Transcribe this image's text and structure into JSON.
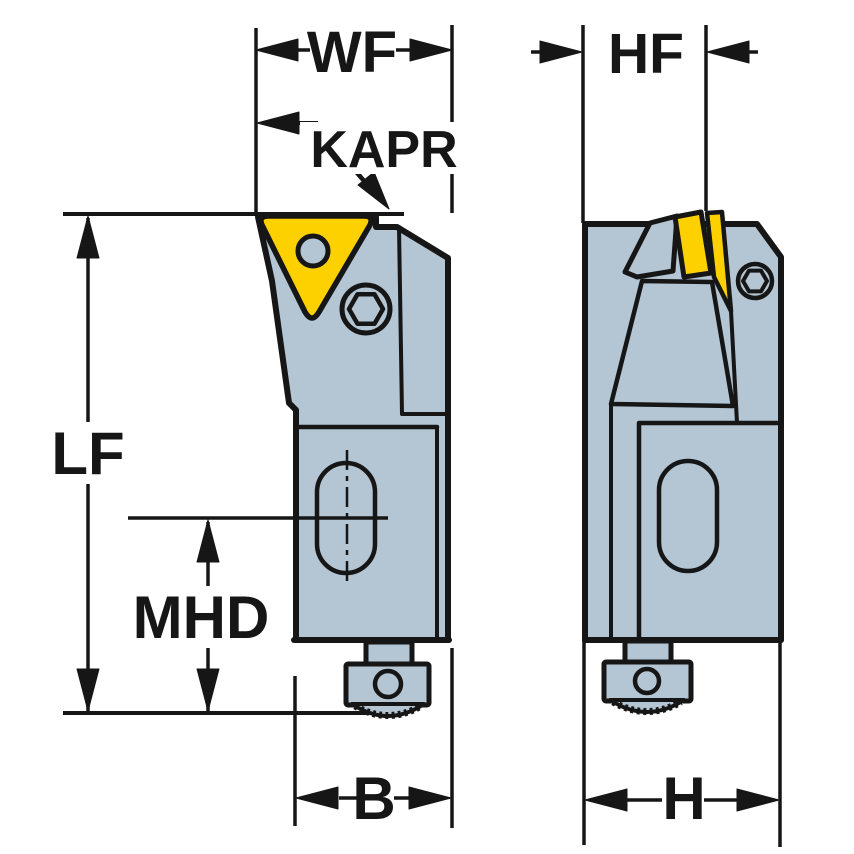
{
  "diagram": {
    "dimension_labels": {
      "wf": "WF",
      "hf": "HF",
      "kapr": "KAPR",
      "lf": "LF",
      "mhd": "MHD",
      "b": "B",
      "h": "H"
    },
    "colors": {
      "metal": "#b4c5d3",
      "insert": "#fdd000",
      "ink": "#161616",
      "background": "#ffffff"
    }
  }
}
